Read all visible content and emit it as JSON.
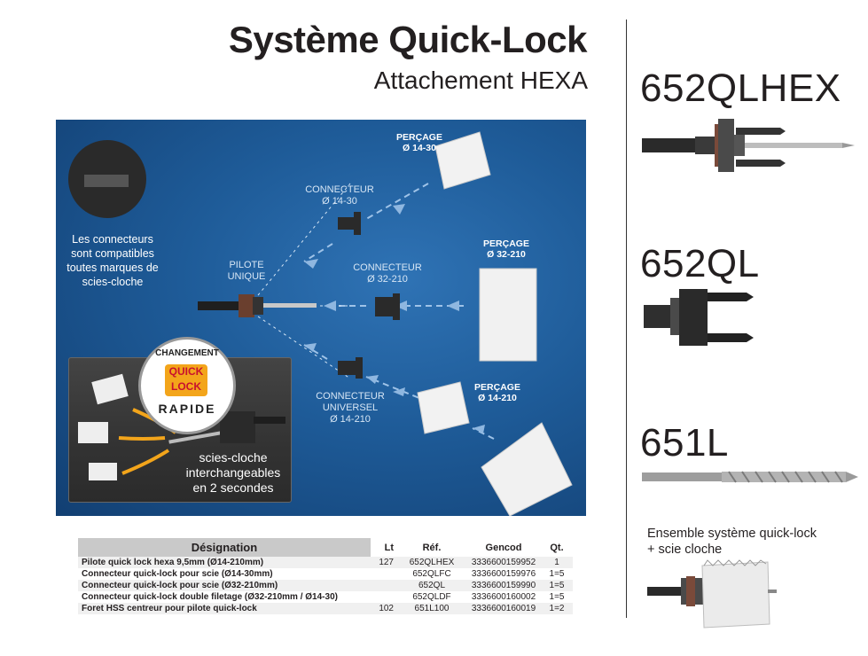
{
  "header": {
    "title": "Système Quick-Lock",
    "subtitle": "Attachement HEXA"
  },
  "products": [
    {
      "code": "652QLHEX"
    },
    {
      "code": "652QL"
    },
    {
      "code": "651L"
    }
  ],
  "ensemble": {
    "line1": "Ensemble système quick-lock",
    "line2": "+ scie cloche"
  },
  "panel": {
    "compat_text": [
      "Les connecteurs",
      "sont compatibles",
      "toutes marques de",
      "scies-cloche"
    ],
    "pilote": [
      "PILOTE",
      "UNIQUE"
    ],
    "connecteur_14_30": [
      "CONNECTEUR",
      "Ø 14-30"
    ],
    "connecteur_32_210": [
      "CONNECTEUR",
      "Ø 32-210"
    ],
    "connecteur_universel": [
      "CONNECTEUR",
      "UNIVERSEL",
      "Ø 14-210"
    ],
    "percage_14_30": [
      "PERÇAGE",
      "Ø 14-30"
    ],
    "percage_32_210": [
      "PERÇAGE",
      "Ø 32-210"
    ],
    "percage_14_210": [
      "PERÇAGE",
      "Ø 14-210"
    ],
    "badge": {
      "top": "CHANGEMENT",
      "mid1": "QUICK",
      "mid2": "LOCK",
      "bottom": "RAPIDE"
    },
    "inset_text": [
      "scies-cloche",
      "interchangeables",
      "en 2 secondes"
    ]
  },
  "table": {
    "headers": {
      "designation": "Désignation",
      "lt": "Lt",
      "ref": "Réf.",
      "gencod": "Gencod",
      "qt": "Qt."
    },
    "rows": [
      {
        "designation": "Pilote quick lock hexa 9,5mm (Ø14-210mm)",
        "lt": "127",
        "ref": "652QLHEX",
        "gencod": "3336600159952",
        "qt": "1"
      },
      {
        "designation": "Connecteur quick-lock pour scie (Ø14-30mm)",
        "lt": "",
        "ref": "652QLFC",
        "gencod": "3336600159976",
        "qt": "1=5"
      },
      {
        "designation": "Connecteur quick-lock pour scie (Ø32-210mm)",
        "lt": "",
        "ref": "652QL",
        "gencod": "3336600159990",
        "qt": "1=5"
      },
      {
        "designation": "Connecteur quick-lock double filetage (Ø32-210mm / Ø14-30)",
        "lt": "",
        "ref": "652QLDF",
        "gencod": "3336600160002",
        "qt": "1=5"
      },
      {
        "designation": "Foret HSS centreur pour pilote quick-lock",
        "lt": "102",
        "ref": "651L100",
        "gencod": "3336600160019",
        "qt": "1=2"
      }
    ]
  },
  "colors": {
    "panel_blue": "#1e5b98",
    "arrow_blue": "#9fc3e8",
    "arrow_orange": "#f3a51b",
    "badge_red": "#c8102e"
  }
}
